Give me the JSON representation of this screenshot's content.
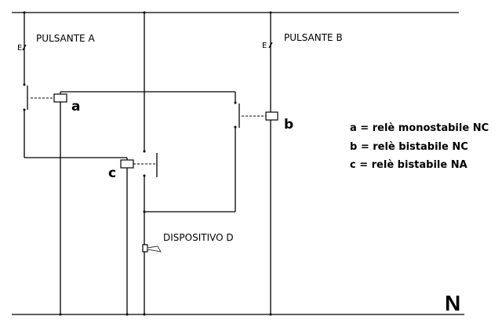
{
  "diagram": {
    "title": "Schema elettrico relè",
    "labels": {
      "pulsante_a": "PULSANTE A",
      "pulsante_b": "PULSANTE B",
      "dispositivo_d": "DISPOSITIVO D",
      "relay_a": "a",
      "relay_b": "b",
      "relay_c": "c",
      "neutral": "N",
      "pushbutton_symbol": "E"
    },
    "legend": [
      {
        "key": "a",
        "text": "a = relè monostabile NC"
      },
      {
        "key": "b",
        "text": "b = relè bistabile NC"
      },
      {
        "key": "c",
        "text": "c = relè bistabile NA"
      }
    ],
    "components": [
      {
        "id": "pulsante-a",
        "type": "pushbutton",
        "label": "PULSANTE A"
      },
      {
        "id": "pulsante-b",
        "type": "pushbutton",
        "label": "PULSANTE B"
      },
      {
        "id": "relay-a",
        "type": "relay",
        "mode": "monostabile",
        "contact": "NC"
      },
      {
        "id": "relay-b",
        "type": "relay",
        "mode": "bistabile",
        "contact": "NC"
      },
      {
        "id": "relay-c",
        "type": "relay",
        "mode": "bistabile",
        "contact": "NA"
      },
      {
        "id": "dispositivo-d",
        "type": "device",
        "label": "DISPOSITIVO D"
      }
    ],
    "buses": [
      {
        "id": "phase",
        "label": ""
      },
      {
        "id": "neutral",
        "label": "N"
      }
    ]
  }
}
